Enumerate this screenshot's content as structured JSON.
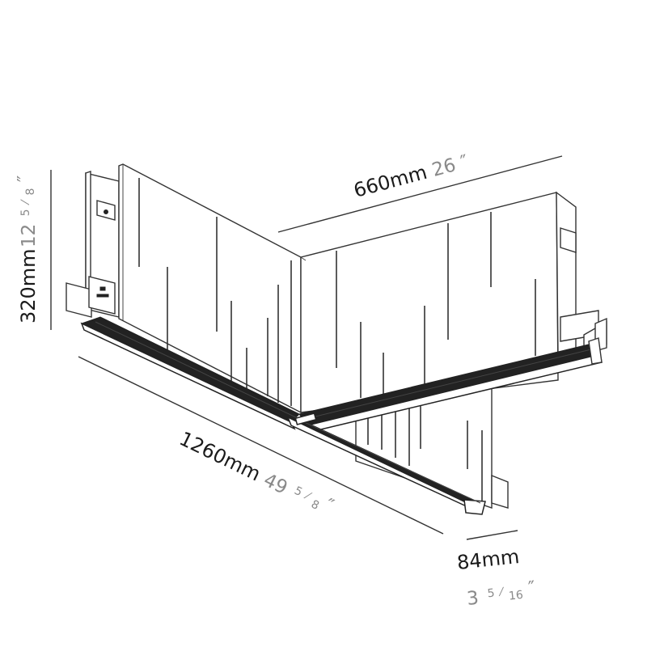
{
  "dimensions": {
    "height": {
      "mm": "320mm",
      "in_whole": "12",
      "in_frac_num": "5",
      "in_frac_den": "8",
      "in_mark": "″"
    },
    "width": {
      "mm": "660mm",
      "in_whole": "26",
      "in_mark": "″"
    },
    "length": {
      "mm": "1260mm",
      "in_whole": "49",
      "in_frac_num": "5",
      "in_frac_den": "8",
      "in_mark": "″"
    },
    "depth": {
      "mm": "84mm",
      "in_whole": "3",
      "in_frac_num": "5",
      "in_frac_den": "16",
      "in_mark": "″"
    }
  },
  "colors": {
    "mm_text": "#1a1a1a",
    "inch_text": "#8a8a8a",
    "line": "#333333"
  }
}
